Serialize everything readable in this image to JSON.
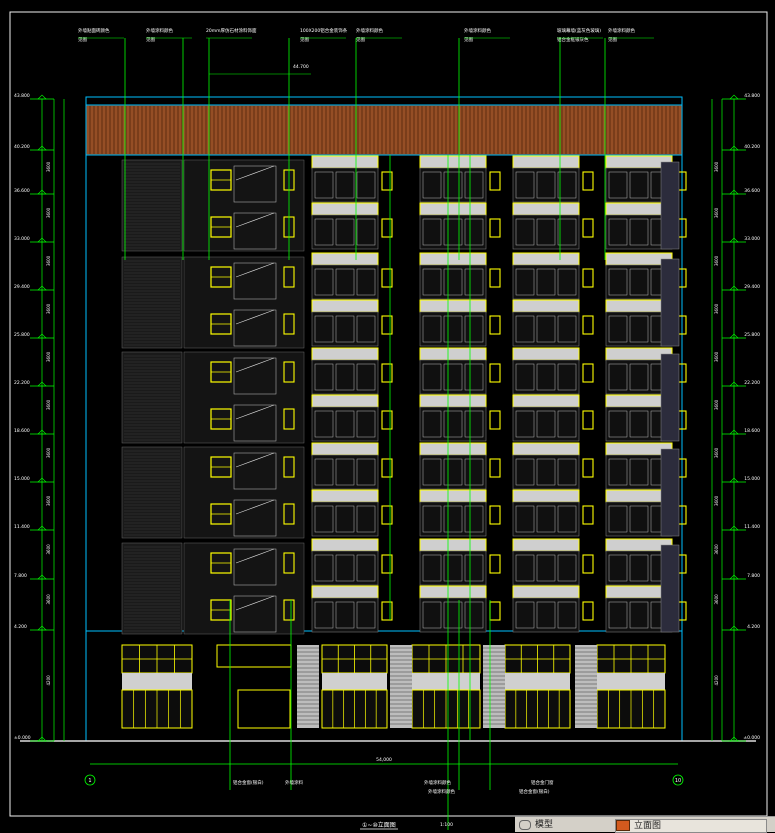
{
  "drawing": {
    "title": "①~⑩立面图",
    "scale": "1:100",
    "overall_width_dim": "54,000",
    "axis_left": "1",
    "axis_right": "10"
  },
  "callouts_top": [
    "外墙贴面砖颜色\n见图",
    "外墙涂料颜色\n见图",
    "20mm厚仿石材涂料饰面",
    "100X200铝合金装饰条\n见图",
    "外墙涂料颜色\n见图",
    "外墙涂料颜色\n见图",
    "玻璃幕墙(蓝灰色玻璃)\n铝合金框银灰色",
    "外墙涂料颜色\n见图"
  ],
  "callouts_bottom": [
    "铝合金窗(银白)",
    "外墙涂料",
    "外墙涂料颜色",
    "外墙涂料颜色",
    "铝合金门窗",
    "铝合金窗(银白)"
  ],
  "elevations_left": [
    "43.800",
    "40.200",
    "36.600",
    "33.000",
    "29.400",
    "25.800",
    "22.200",
    "18.600",
    "15.000",
    "11.400",
    "7.800",
    "4.200",
    "±0.000"
  ],
  "elevations_right": [
    "43.800",
    "40.200",
    "36.600",
    "33.000",
    "29.400",
    "25.800",
    "22.200",
    "18.600",
    "15.000",
    "11.400",
    "7.800",
    "4.200",
    "±0.000"
  ],
  "floor_heights": [
    "3600",
    "3600",
    "3600",
    "3600",
    "3600",
    "3600",
    "3600",
    "3600",
    "3600",
    "3600",
    "4200"
  ],
  "roof_label": "44.700",
  "tabs": [
    {
      "label": "模型",
      "icon": "eye-icon"
    },
    {
      "label": "立面图",
      "icon": "layout-icon"
    }
  ],
  "colors": {
    "background": "#000000",
    "grid_green": "#00ff00",
    "outline_cyan": "#00bfff",
    "window_yellow": "#ffff00",
    "roof_brown": "#7a3d1a",
    "text_white": "#ffffff"
  }
}
